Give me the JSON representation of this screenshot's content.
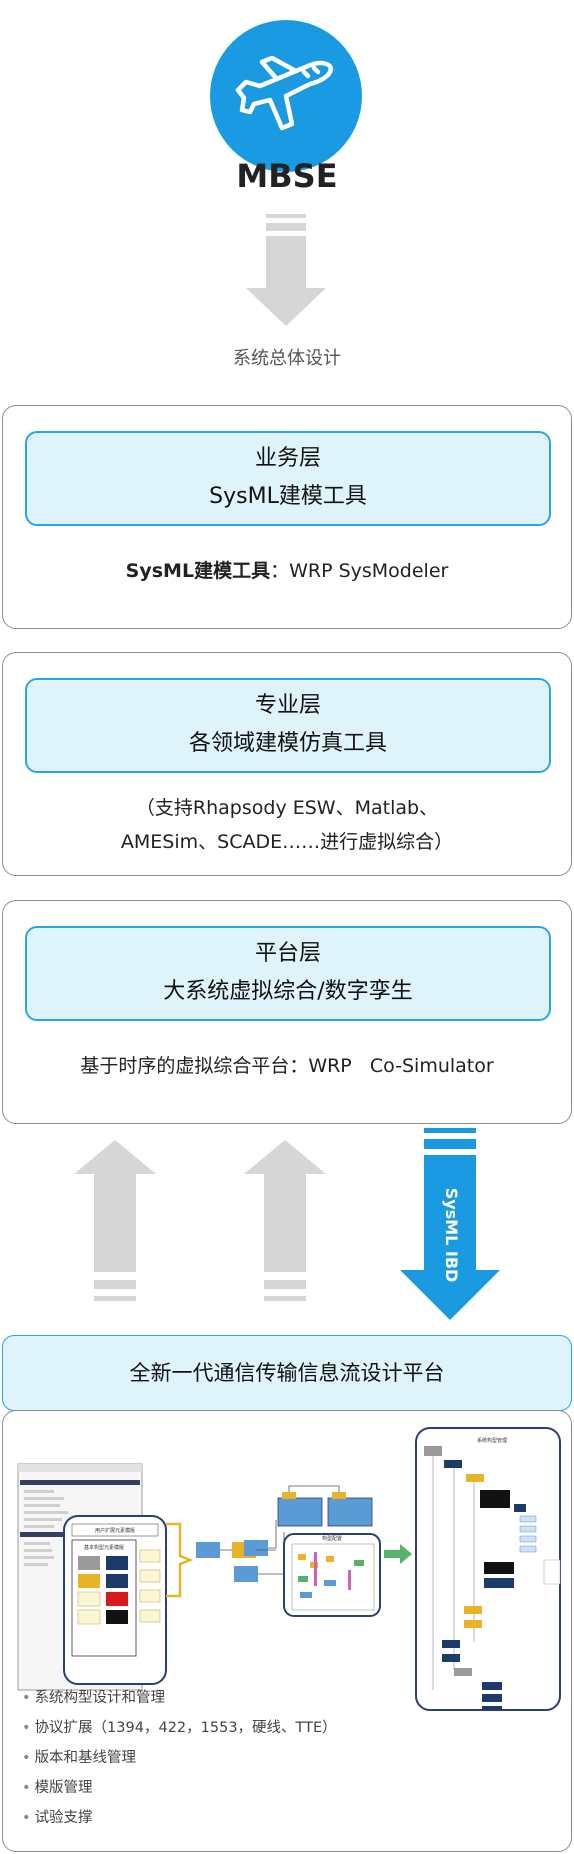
{
  "title": "MBSE",
  "top_caption": "系统总体设计",
  "layers": [
    {
      "line1": "业务层",
      "line2": "SysML建模工具",
      "desc_bold": "SysML建模工具",
      "desc_rest": "：WRP SysModeler"
    },
    {
      "line1": "专业层",
      "line2": "各领域建模仿真工具",
      "desc_line1": "（支持Rhapsody ESW、Matlab、",
      "desc_line2": "AMESim、SCADE……进行虚拟综合）"
    },
    {
      "line1": "平台层",
      "line2": "大系统虚拟综合/数字孪生",
      "desc": "基于时序的虚拟综合平台：WRP   Co-Simulator"
    }
  ],
  "arrow_label": "SysML IBD",
  "banner": "全新一代通信传输信息流设计平台",
  "features": [
    "系统构型设计和管理",
    "协议扩展（1394，422，1553，硬线、TTE）",
    "版本和基线管理",
    "模版管理",
    "试验支撑"
  ],
  "diagram": {
    "user_lib_title": "用户扩展元素模版",
    "basic_lib_title": "基本构型元素模版",
    "mgmt_title": "系统构型管理",
    "design_label": "构型配置"
  },
  "colors": {
    "accent_blue": "#1a9ae0",
    "box_border": "#2ca4e4",
    "box_fill": "#dff3fb",
    "arrow_gray": "#d6d6d6"
  }
}
